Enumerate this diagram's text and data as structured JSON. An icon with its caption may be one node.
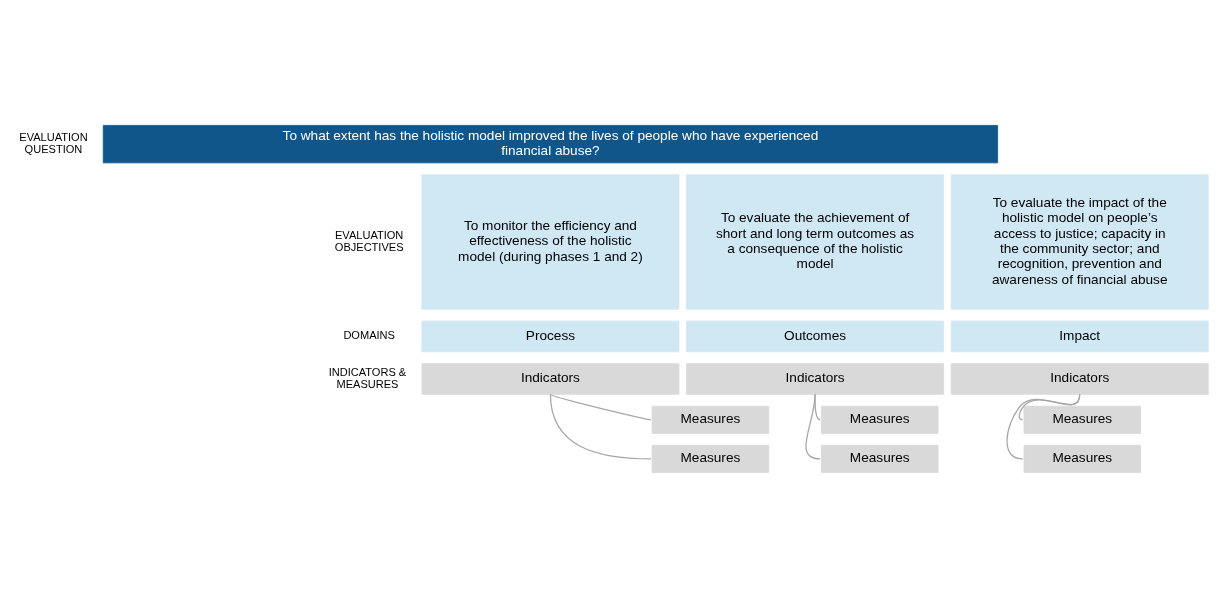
{
  "diagram": {
    "nodes": [
      {
        "text": [
          "To what extent has the holistic model improved the lives of people who have experienced financial abuse?"
        ]
      },
      {
        "text": [
          "To monitor the efficiency and effectiveness of the holistic model (during phases 1 and 2)"
        ]
      },
      {
        "text": [
          "To evaluate the achievement of short and long term outcomes as a consequence of the holistic model"
        ]
      },
      {
        "text": [
          "To evaluate the impact of the holistic model on people’s access to justice; capacity in the community sector; and recognition, prevention and awareness of financial abuse"
        ]
      },
      {
        "text": [
          "Process"
        ]
      },
      {
        "text": [
          "Outcomes"
        ]
      },
      {
        "text": [
          "Impact"
        ]
      },
      {
        "text": [
          "Indicators"
        ]
      },
      {
        "text": [
          "Indicators"
        ]
      },
      {
        "text": [
          "Indicators"
        ]
      },
      {
        "text": [
          "Measures"
        ]
      },
      {
        "text": [
          "Measures"
        ]
      },
      {
        "text": [
          "Measures"
        ]
      },
      {
        "text": [
          "Measures"
        ]
      },
      {
        "text": [
          "Measures"
        ]
      },
      {
        "text": [
          "Measures"
        ]
      }
    ],
    "edges": [
      {
        "from": 7,
        "to": 10,
        "arrow": "none"
      },
      {
        "from": 7,
        "to": 11,
        "arrow": "none"
      },
      {
        "from": 8,
        "to": 12,
        "arrow": "none"
      },
      {
        "from": 8,
        "to": 13,
        "arrow": "none"
      },
      {
        "from": 9,
        "to": 14,
        "arrow": "none"
      },
      {
        "from": 9,
        "to": 15,
        "arrow": "none"
      }
    ],
    "labels": [
      "EVALUATION QUESTION",
      "EVALUATION OBJECTIVES",
      "DOMAINS",
      "INDICATORS & MEASURES"
    ]
  }
}
